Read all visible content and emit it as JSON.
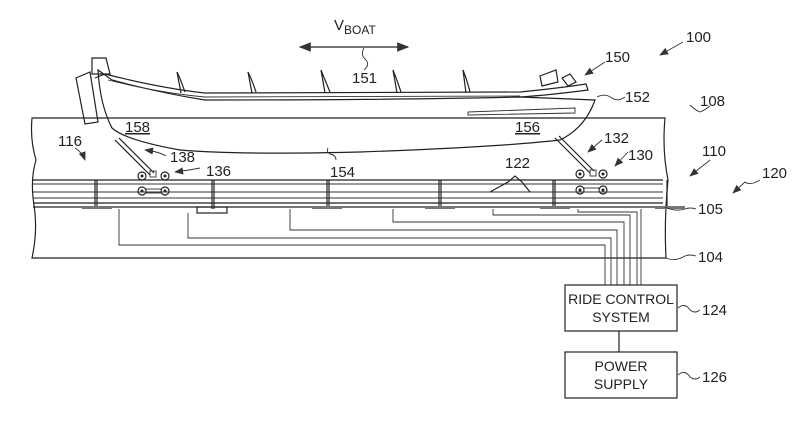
{
  "figure": {
    "title_label": "100",
    "velocity": {
      "main": "V",
      "subscript": "BOAT",
      "ref": "151"
    },
    "labels": {
      "boat": "150",
      "hull_edge": "152",
      "water_surface": "108",
      "ride_region": "116",
      "hull_front_area": "158",
      "hull_rear_area": "156",
      "hull_bottom": "154",
      "front_arm": "138",
      "front_bogie": "136",
      "rear_arm": "132",
      "rear_bogie": "130",
      "track_segment": "122",
      "rail": "110",
      "track_assembly": "120",
      "track_base": "105",
      "channel_floor": "104",
      "ride_control_ref": "124",
      "power_supply_ref": "126"
    },
    "boxes": {
      "ride_control": {
        "line1": "RIDE CONTROL",
        "line2": "SYSTEM"
      },
      "power_supply": {
        "line1": "POWER",
        "line2": "SUPPLY"
      }
    }
  }
}
